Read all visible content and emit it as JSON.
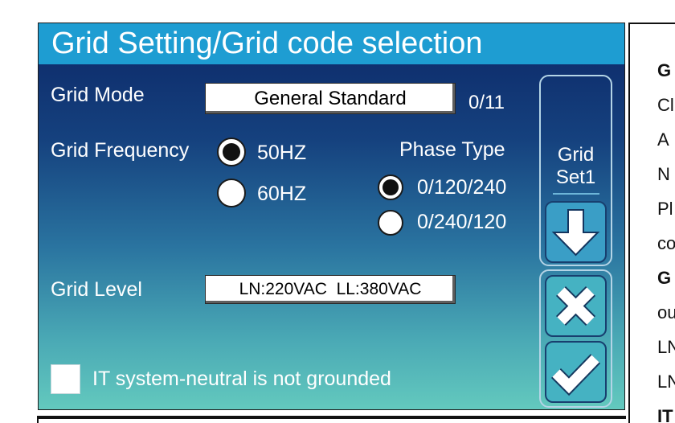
{
  "window": {
    "title": "Grid Setting/Grid code selection"
  },
  "grid_mode": {
    "label": "Grid Mode",
    "value": "General Standard",
    "index": "0/11"
  },
  "grid_frequency": {
    "label": "Grid Frequency",
    "options": [
      {
        "label": "50HZ",
        "selected": true
      },
      {
        "label": "60HZ",
        "selected": false
      }
    ]
  },
  "phase_type": {
    "label": "Phase Type",
    "options": [
      {
        "label": "0/120/240",
        "selected": true
      },
      {
        "label": "0/240/120",
        "selected": false
      }
    ]
  },
  "grid_level": {
    "label": "Grid Level",
    "value": "LN:220VAC  LL:380VAC"
  },
  "it_system": {
    "label": "IT system-neutral is not grounded",
    "checked": false
  },
  "sidebar": {
    "page_line1": "Grid",
    "page_line2": "Set1",
    "next_icon": "arrow-down-icon",
    "cancel_icon": "close-icon",
    "confirm_icon": "check-icon"
  },
  "side_note": {
    "lines": [
      "G",
      "Cl",
      "A",
      "N",
      "Pl",
      "co",
      "G",
      "ou",
      "LN",
      "LN",
      "IT"
    ]
  },
  "colors": {
    "title_bar": "#1e9dd2",
    "panel_top": "#0c2767",
    "panel_mid": "#2a74a0",
    "panel_bottom": "#63c9be",
    "sidebox_border": "#b4d4e6",
    "button_border": "#183f6f",
    "button_fill_nav": "#3a9ec6",
    "button_fill_action": "#45b2c2"
  }
}
